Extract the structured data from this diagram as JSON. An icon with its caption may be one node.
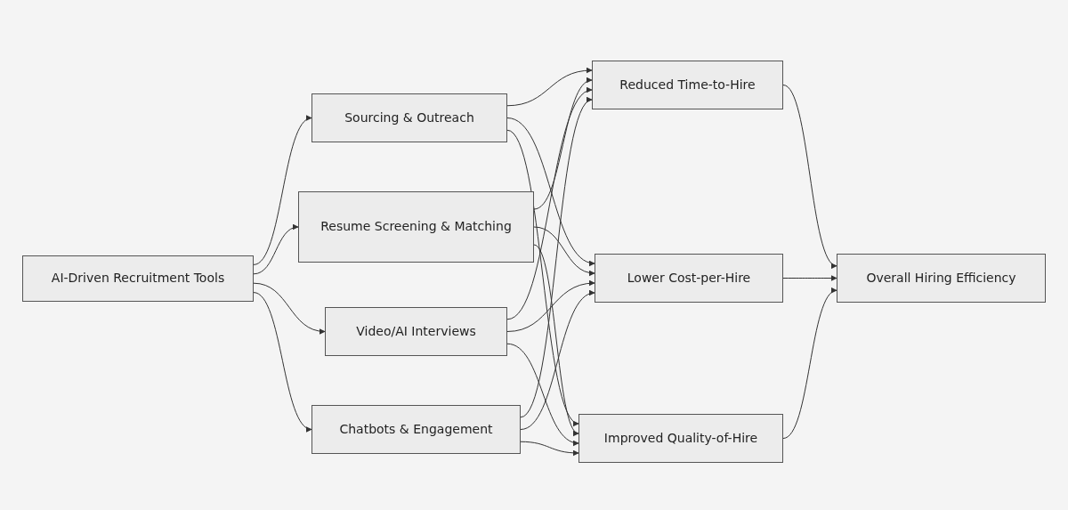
{
  "diagram": {
    "nodes": [
      {
        "text": [
          "AI-Driven Recruitment Tools"
        ]
      },
      {
        "text": [
          "Sourcing & Outreach"
        ]
      },
      {
        "text": [
          "Resume Screening & Matching"
        ]
      },
      {
        "text": [
          "Video/AI Interviews"
        ]
      },
      {
        "text": [
          "Chatbots & Engagement"
        ]
      },
      {
        "text": [
          "Reduced Time-to-Hire"
        ]
      },
      {
        "text": [
          "Lower Cost-per-Hire"
        ]
      },
      {
        "text": [
          "Improved Quality-of-Hire"
        ]
      },
      {
        "text": [
          "Overall Hiring Efficiency"
        ]
      }
    ],
    "edges": [
      {
        "from": 0,
        "to": 1,
        "arrow": "to"
      },
      {
        "from": 0,
        "to": 2,
        "arrow": "to"
      },
      {
        "from": 0,
        "to": 3,
        "arrow": "to"
      },
      {
        "from": 0,
        "to": 4,
        "arrow": "to"
      },
      {
        "from": 1,
        "to": 5,
        "arrow": "to"
      },
      {
        "from": 1,
        "to": 6,
        "arrow": "to"
      },
      {
        "from": 1,
        "to": 7,
        "arrow": "to"
      },
      {
        "from": 2,
        "to": 5,
        "arrow": "to"
      },
      {
        "from": 2,
        "to": 6,
        "arrow": "to"
      },
      {
        "from": 2,
        "to": 7,
        "arrow": "to"
      },
      {
        "from": 3,
        "to": 5,
        "arrow": "to"
      },
      {
        "from": 3,
        "to": 6,
        "arrow": "to"
      },
      {
        "from": 3,
        "to": 7,
        "arrow": "to"
      },
      {
        "from": 4,
        "to": 5,
        "arrow": "to"
      },
      {
        "from": 4,
        "to": 6,
        "arrow": "to"
      },
      {
        "from": 4,
        "to": 7,
        "arrow": "to"
      },
      {
        "from": 5,
        "to": 8,
        "arrow": "to"
      },
      {
        "from": 6,
        "to": 8,
        "arrow": "to"
      },
      {
        "from": 7,
        "to": 8,
        "arrow": "to"
      }
    ]
  }
}
